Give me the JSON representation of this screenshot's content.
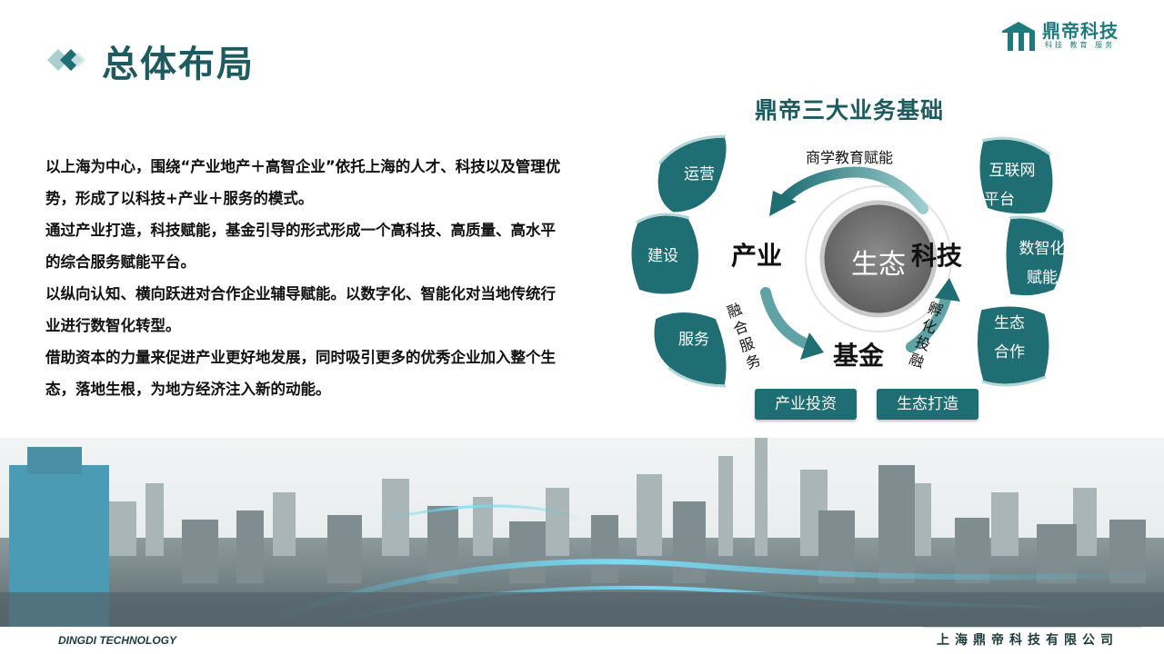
{
  "header": {
    "title": "总体布局"
  },
  "logo": {
    "name": "鼎帝科技",
    "tagline": "科技 教育 服务"
  },
  "body": {
    "paragraphs": [
      "以上海为中心，围绕“产业地产＋高智企业”依托上海的人才、科技以及管理优势，形成了以科技+产业＋服务的模式。",
      "通过产业打造，科技赋能，基金引导的形式形成一个高科技、高质量、高水平的综合服务赋能平台。",
      " 以纵向认知、横向跃进对合作企业辅导赋能。以数字化、智能化对当地传统行业进行数智化转型。",
      "借助资本的力量来促进产业更好地发展，同时吸引更多的优秀企业加入整个生态，落地生根，为地方经济注入新的动能。"
    ]
  },
  "diagram": {
    "title": "鼎帝三大业务基础",
    "center": "生态",
    "nodes": {
      "industry": "产业",
      "tech": "科技",
      "fund": "基金"
    },
    "arcs": {
      "top": "商学教育赋能",
      "left": "融合服务",
      "right": "孵化投融"
    },
    "left_petals": [
      "运营",
      "建设",
      "服务"
    ],
    "right_petals": [
      {
        "line1": "互联网",
        "line2": "平台"
      },
      {
        "line1": "数智化",
        "line2": "赋能"
      },
      {
        "line1": "生态",
        "line2": "合作"
      }
    ],
    "buttons": [
      "产业投资",
      "生态打造"
    ]
  },
  "footer": {
    "left": "DINGDI TECHNOLOGY",
    "right": "上海鼎帝科技有限公司"
  },
  "colors": {
    "teal_dark": "#1d5b61",
    "teal": "#1e6e73",
    "gray_center": "#6d6d6d"
  }
}
